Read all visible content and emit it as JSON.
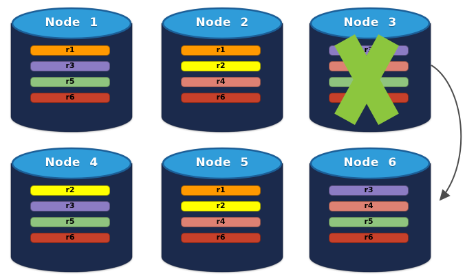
{
  "diagram": {
    "name": "database-replication-diagram",
    "background_color": "#FFFFFF"
  },
  "cylinder": {
    "body_color": "#1B2A4C",
    "top_color": "#2F9CD9",
    "top_border_color": "#1C5F98",
    "label_color": "#FFFFFF"
  },
  "replica_colors": {
    "r1": "#FF9900",
    "r2": "#FFFF00",
    "r3": "#8C7CC4",
    "r4": "#DE8173",
    "r5": "#8FC47E",
    "r6": "#C7402A"
  },
  "nodes": [
    {
      "name": "node-1",
      "label": "Node 1",
      "row": 0,
      "col": 0,
      "failed": false,
      "replicas": [
        {
          "label": "r1",
          "color": "#FF9900"
        },
        {
          "label": "r3",
          "color": "#8C7CC4"
        },
        {
          "label": "r5",
          "color": "#8FC47E"
        },
        {
          "label": "r6",
          "color": "#C7402A"
        }
      ]
    },
    {
      "name": "node-2",
      "label": "Node 2",
      "row": 0,
      "col": 1,
      "failed": false,
      "replicas": [
        {
          "label": "r1",
          "color": "#FF9900"
        },
        {
          "label": "r2",
          "color": "#FFFF00"
        },
        {
          "label": "r4",
          "color": "#DE8173"
        },
        {
          "label": "r6",
          "color": "#C7402A"
        }
      ]
    },
    {
      "name": "node-3",
      "label": "Node 3",
      "row": 0,
      "col": 2,
      "failed": true,
      "replicas": [
        {
          "label": "r3",
          "color": "#8C7CC4"
        },
        {
          "label": "r4",
          "color": "#DE8173"
        },
        {
          "label": "r5",
          "color": "#8FC47E"
        },
        {
          "label": "r6",
          "color": "#C7402A"
        }
      ]
    },
    {
      "name": "node-4",
      "label": "Node 4",
      "row": 1,
      "col": 0,
      "failed": false,
      "replicas": [
        {
          "label": "r2",
          "color": "#FFFF00"
        },
        {
          "label": "r3",
          "color": "#8C7CC4"
        },
        {
          "label": "r5",
          "color": "#8FC47E"
        },
        {
          "label": "r6",
          "color": "#C7402A"
        }
      ]
    },
    {
      "name": "node-5",
      "label": "Node 5",
      "row": 1,
      "col": 1,
      "failed": false,
      "replicas": [
        {
          "label": "r1",
          "color": "#FF9900"
        },
        {
          "label": "r2",
          "color": "#FFFF00"
        },
        {
          "label": "r4",
          "color": "#DE8173"
        },
        {
          "label": "r6",
          "color": "#C7402A"
        }
      ]
    },
    {
      "name": "node-6",
      "label": "Node 6",
      "row": 1,
      "col": 2,
      "failed": false,
      "replicas": [
        {
          "label": "r3",
          "color": "#8C7CC4"
        },
        {
          "label": "r4",
          "color": "#DE8173"
        },
        {
          "label": "r5",
          "color": "#8FC47E"
        },
        {
          "label": "r6",
          "color": "#C7402A"
        }
      ]
    }
  ],
  "failure_cross": {
    "on_node": "node-3",
    "color": "#8CC63E"
  },
  "replication_arrow": {
    "from": "node-3",
    "to": "node-6",
    "color": "#4D4D4D"
  }
}
